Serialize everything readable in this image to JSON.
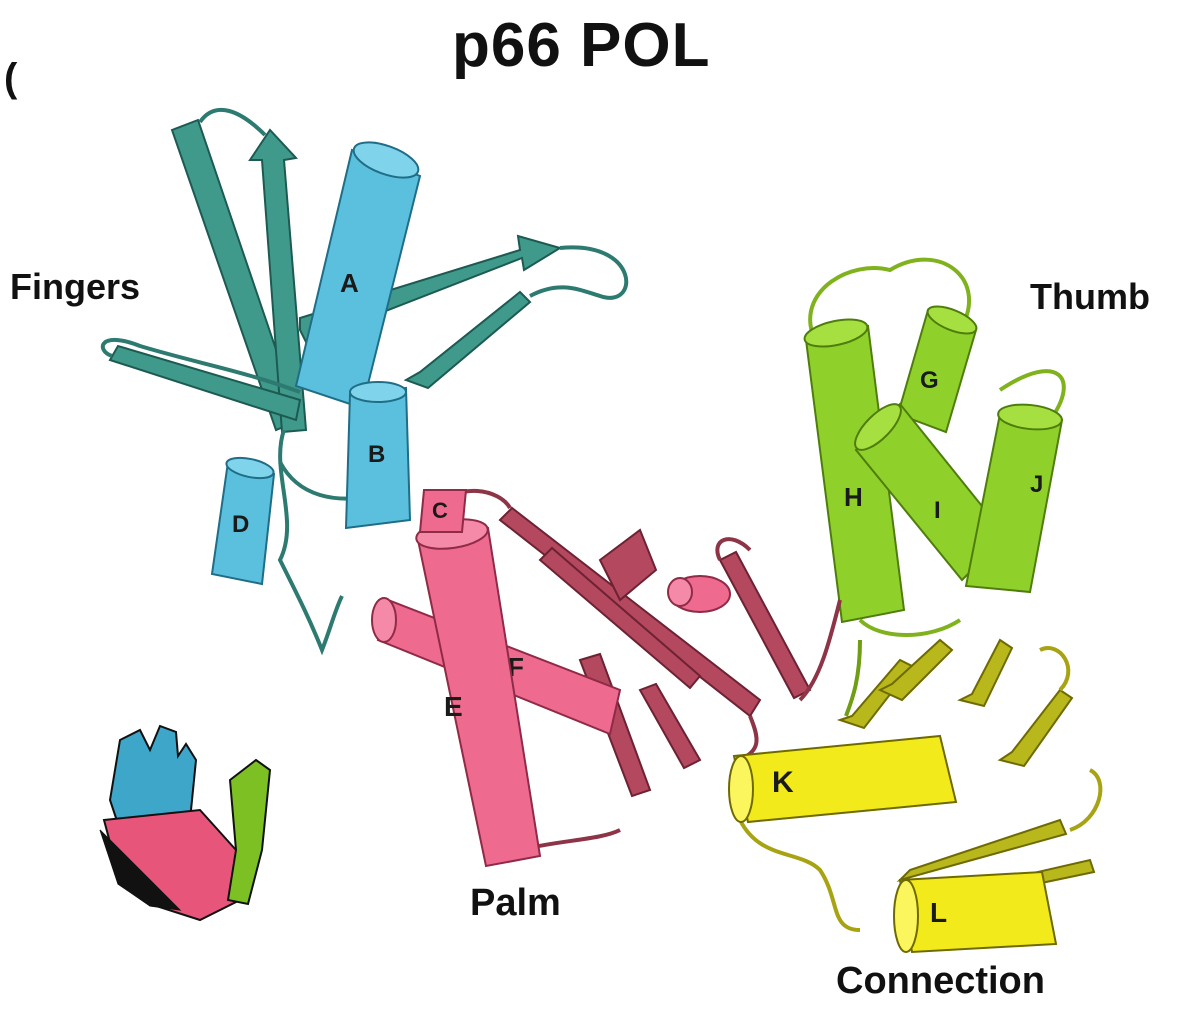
{
  "title": "p66 POL",
  "corner_mark": "(",
  "domains": {
    "fingers": "Fingers",
    "thumb": "Thumb",
    "palm": "Palm",
    "connection": "Connection"
  },
  "helices": {
    "A": "A",
    "B": "B",
    "C": "C",
    "D": "D",
    "E": "E",
    "F": "F",
    "G": "G",
    "H": "H",
    "I": "I",
    "J": "J",
    "K": "K",
    "L": "L"
  },
  "colors": {
    "fingers_helix": "#5bc0dd",
    "fingers_strand": "#3f9a8c",
    "palm_helix": "#ee6a8e",
    "palm_strand": "#b3485e",
    "thumb": "#8fd12a",
    "connection": "#f2ea1a",
    "connection_strand": "#b8b81c"
  }
}
